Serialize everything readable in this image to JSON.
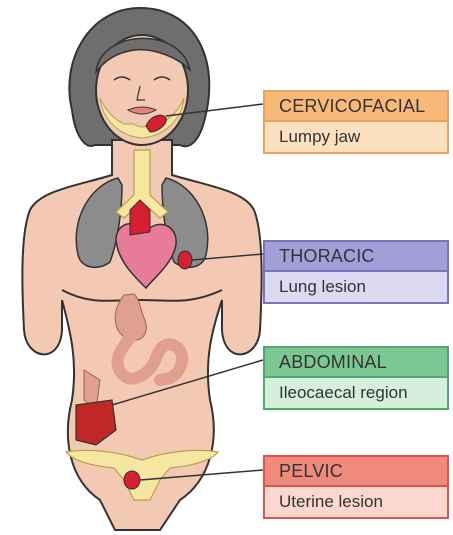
{
  "labels": {
    "cervicofacial": {
      "title": "CERVICOFACIAL",
      "subtitle": "Lumpy jaw",
      "color": "#f8b878"
    },
    "thoracic": {
      "title": "THORACIC",
      "subtitle": "Lung lesion",
      "color": "#a49ed8"
    },
    "abdominal": {
      "title": "ABDOMINAL",
      "subtitle": "Ileocaecal region",
      "color": "#7cc892"
    },
    "pelvic": {
      "title": "PELVIC",
      "subtitle": "Uterine lesion",
      "color": "#f08a7c"
    }
  },
  "colors": {
    "skin": "#f4c9b3",
    "outline": "#333333",
    "hair": "#6e6e6e",
    "lung": "#8c8c8c",
    "heart": "#e87a9a",
    "lesion": "#d42030",
    "bone": "#f5e6a0",
    "intestine": "#e0a090"
  }
}
